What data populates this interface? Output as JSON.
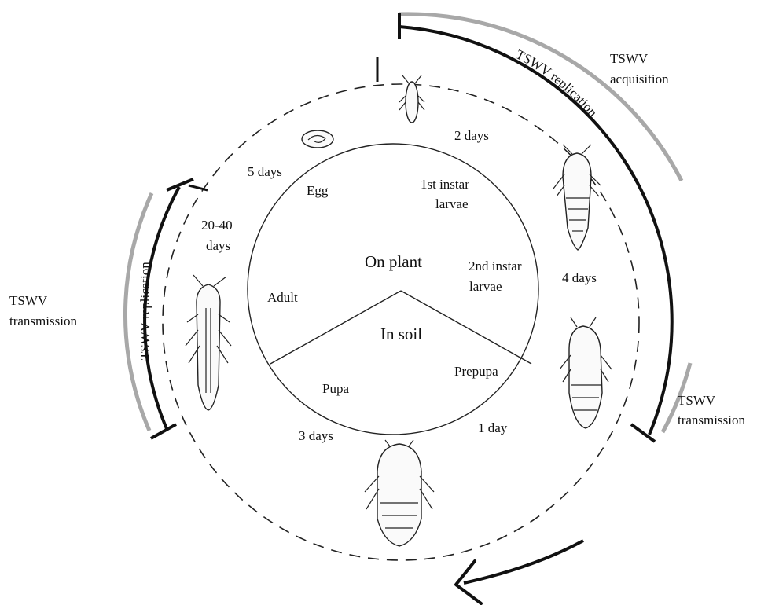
{
  "center": {
    "top_label": "On plant",
    "bottom_label": "In soil"
  },
  "stages": {
    "egg": "Egg",
    "first_instar_line1": "1st instar",
    "first_instar_line2": "larvae",
    "second_instar_line1": "2nd instar",
    "second_instar_line2": "larvae",
    "prepupa": "Prepupa",
    "pupa": "Pupa",
    "adult": "Adult"
  },
  "durations": {
    "egg_to_first": "2 days",
    "first_to_second": "4 days",
    "prepupa": "1 day",
    "pupa": "3 days",
    "adult_line1": "20-40",
    "adult_line2": "days",
    "egg": "5 days"
  },
  "annotations": {
    "larval_acquisition_line1": "TSWV",
    "larval_acquisition_line2": "acquisition",
    "larval_replication": "TSWV replication",
    "larval_transmission_line1": "TSWV",
    "larval_transmission_line2": "transmission",
    "adult_replication": "TSWV replication",
    "adult_transmission_line1": "TSWV",
    "adult_transmission_line2": "transmission"
  },
  "colors": {
    "arc_black": "#111111",
    "arc_gray": "#a8a8a8"
  }
}
